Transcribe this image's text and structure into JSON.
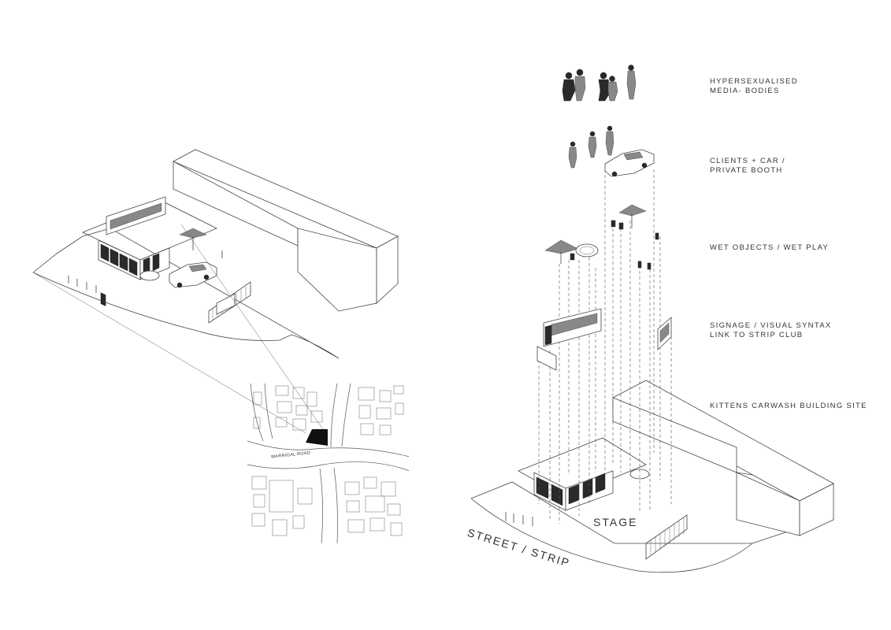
{
  "labels": {
    "media_bodies": "HYPERSEXUALISED\nMEDIA- BODIES",
    "clients": "CLIENTS + CAR /\nPRIVATE BOOTH",
    "wet_objects": "WET OBJECTS / WET PLAY",
    "signage": "SIGNAGE / VISUAL SYNTAX\nLINK TO STRIP CLUB",
    "site": "KITTENS CARWASH BUILDING SITE",
    "stage": "STAGE",
    "street": "STREET / STRIP",
    "road": "WARRIGAL ROAD"
  },
  "icons": [
    "figure-icon",
    "car-icon",
    "umbrella-icon",
    "billboard-icon",
    "fence-icon",
    "bollard-icon",
    "tub-icon"
  ]
}
